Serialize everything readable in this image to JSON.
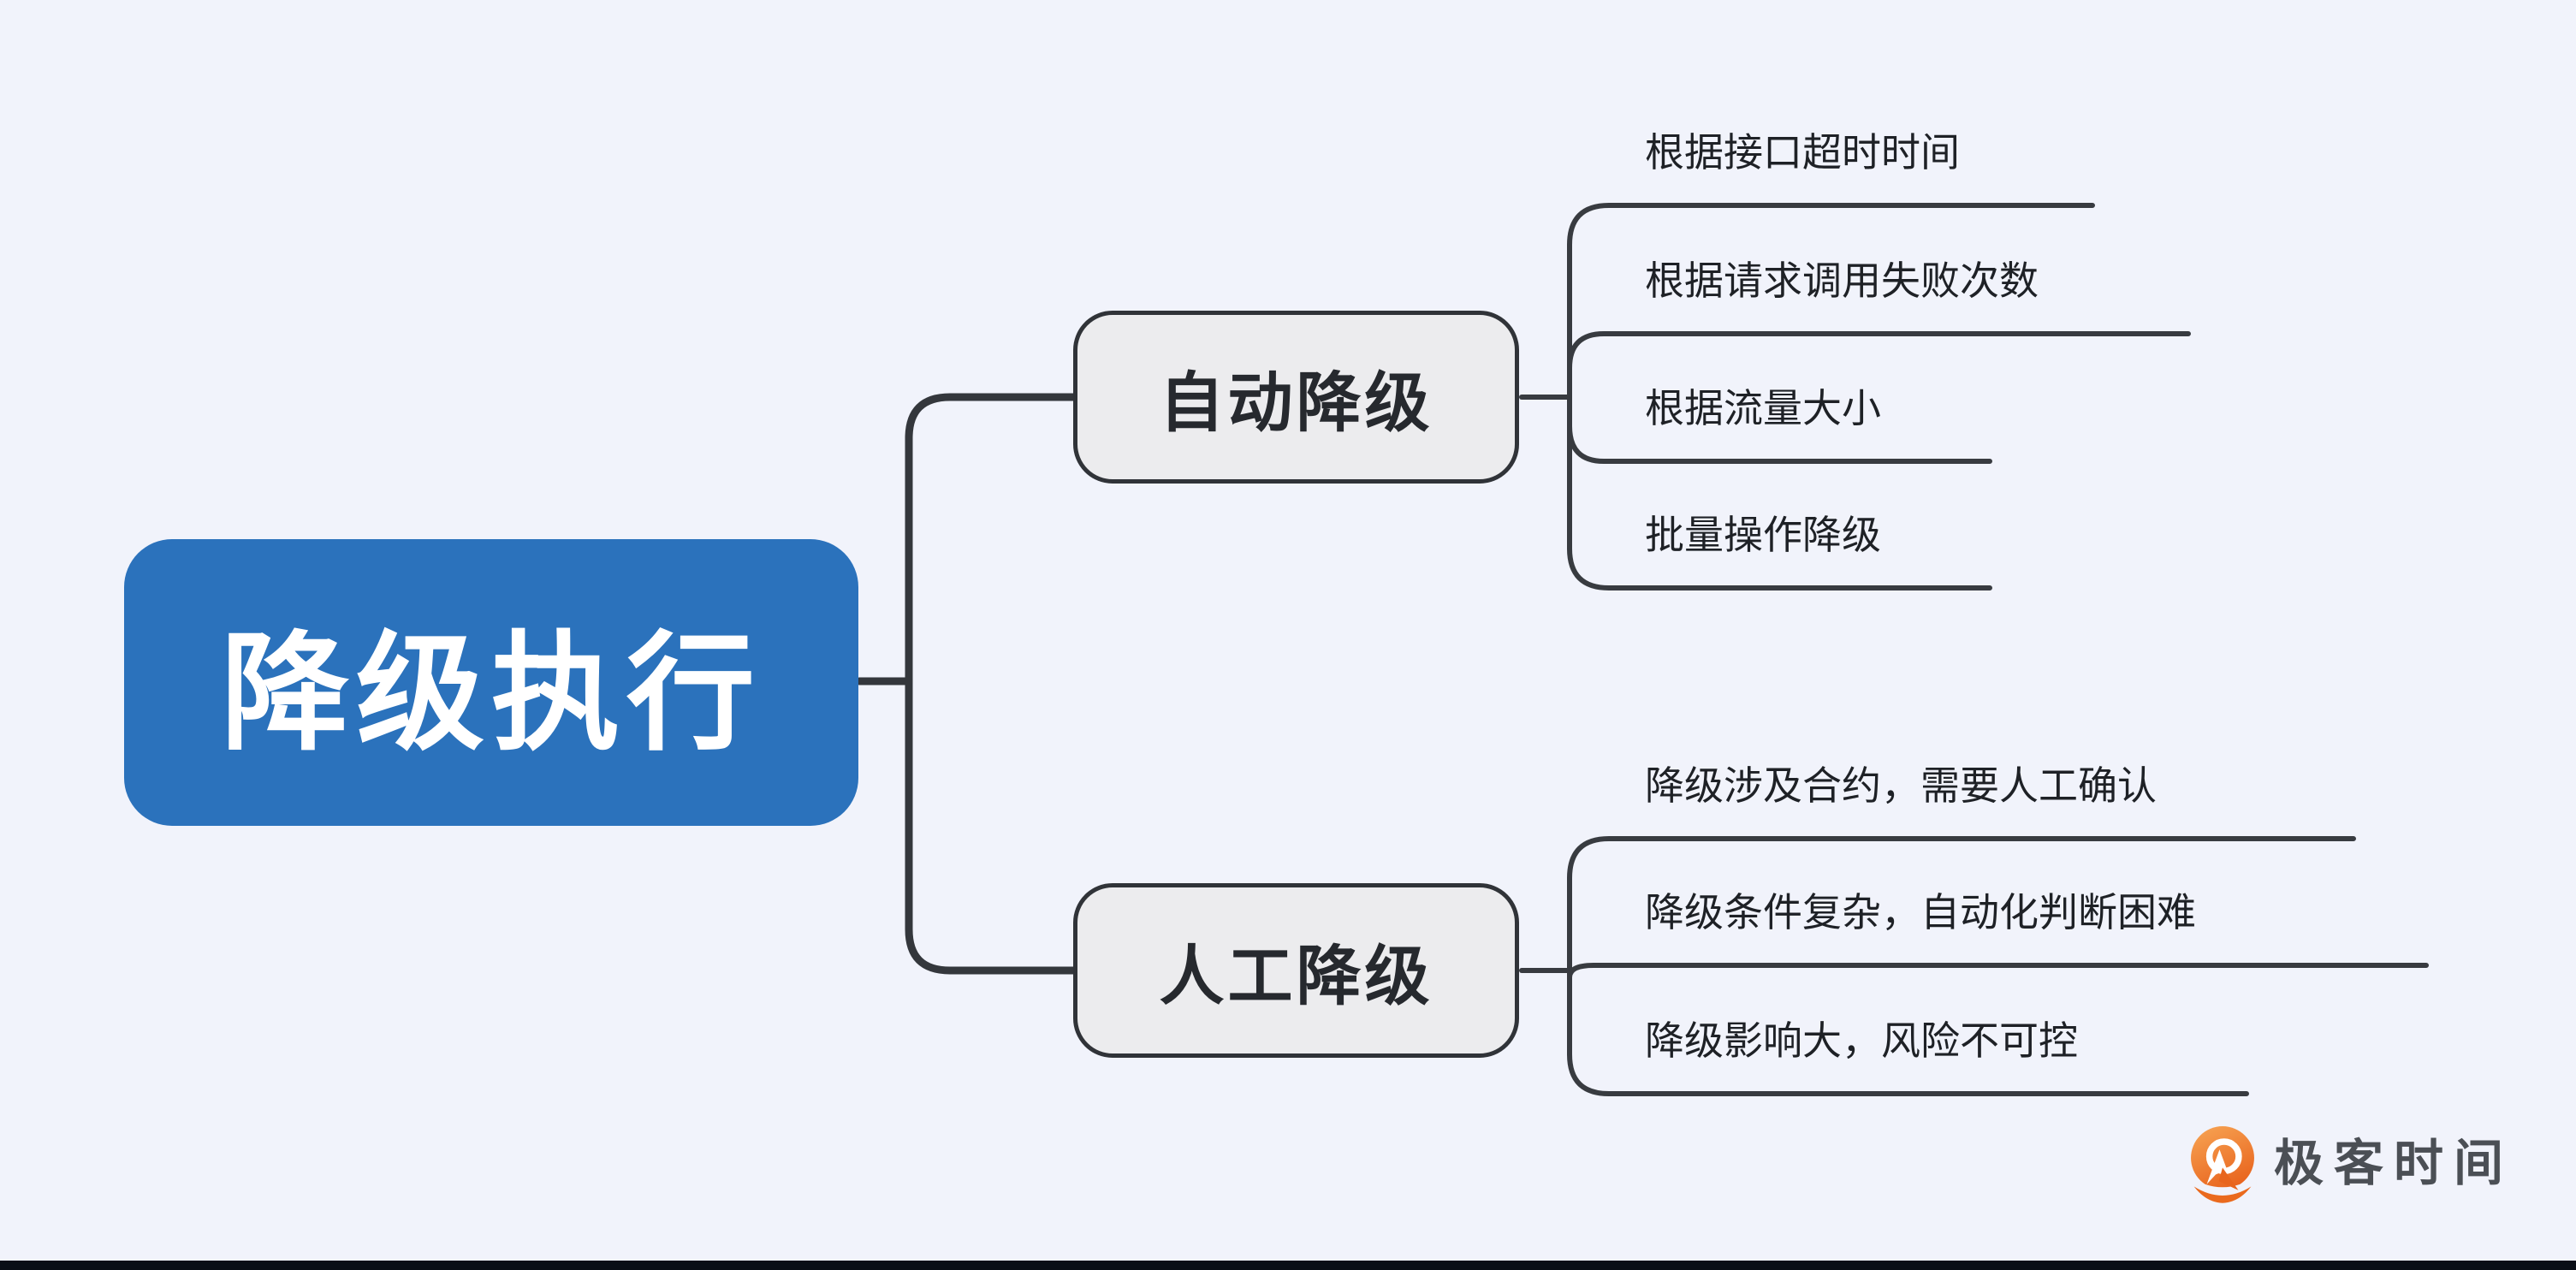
{
  "diagram": {
    "type": "mindmap",
    "root": {
      "label": "降级执行",
      "fill": "#2B72BC",
      "text_color": "#FFFFFF"
    },
    "branches": [
      {
        "label": "自动降级",
        "fill": "#ECECEE",
        "leaves": [
          "根据接口超时时间",
          "根据请求调用失败次数",
          "根据流量大小",
          "批量操作降级"
        ]
      },
      {
        "label": "人工降级",
        "fill": "#ECECEE",
        "leaves": [
          "降级涉及合约，需要人工确认",
          "降级条件复杂，自动化判断困难",
          "降级影响大，风险不可控"
        ]
      }
    ],
    "connector_color": "#34373C",
    "background_color": "#F1F3FB",
    "bottom_bar_color": "#0A0E17"
  },
  "watermark": {
    "brand": "极客时间",
    "logo_color": "#EA6A1E"
  }
}
